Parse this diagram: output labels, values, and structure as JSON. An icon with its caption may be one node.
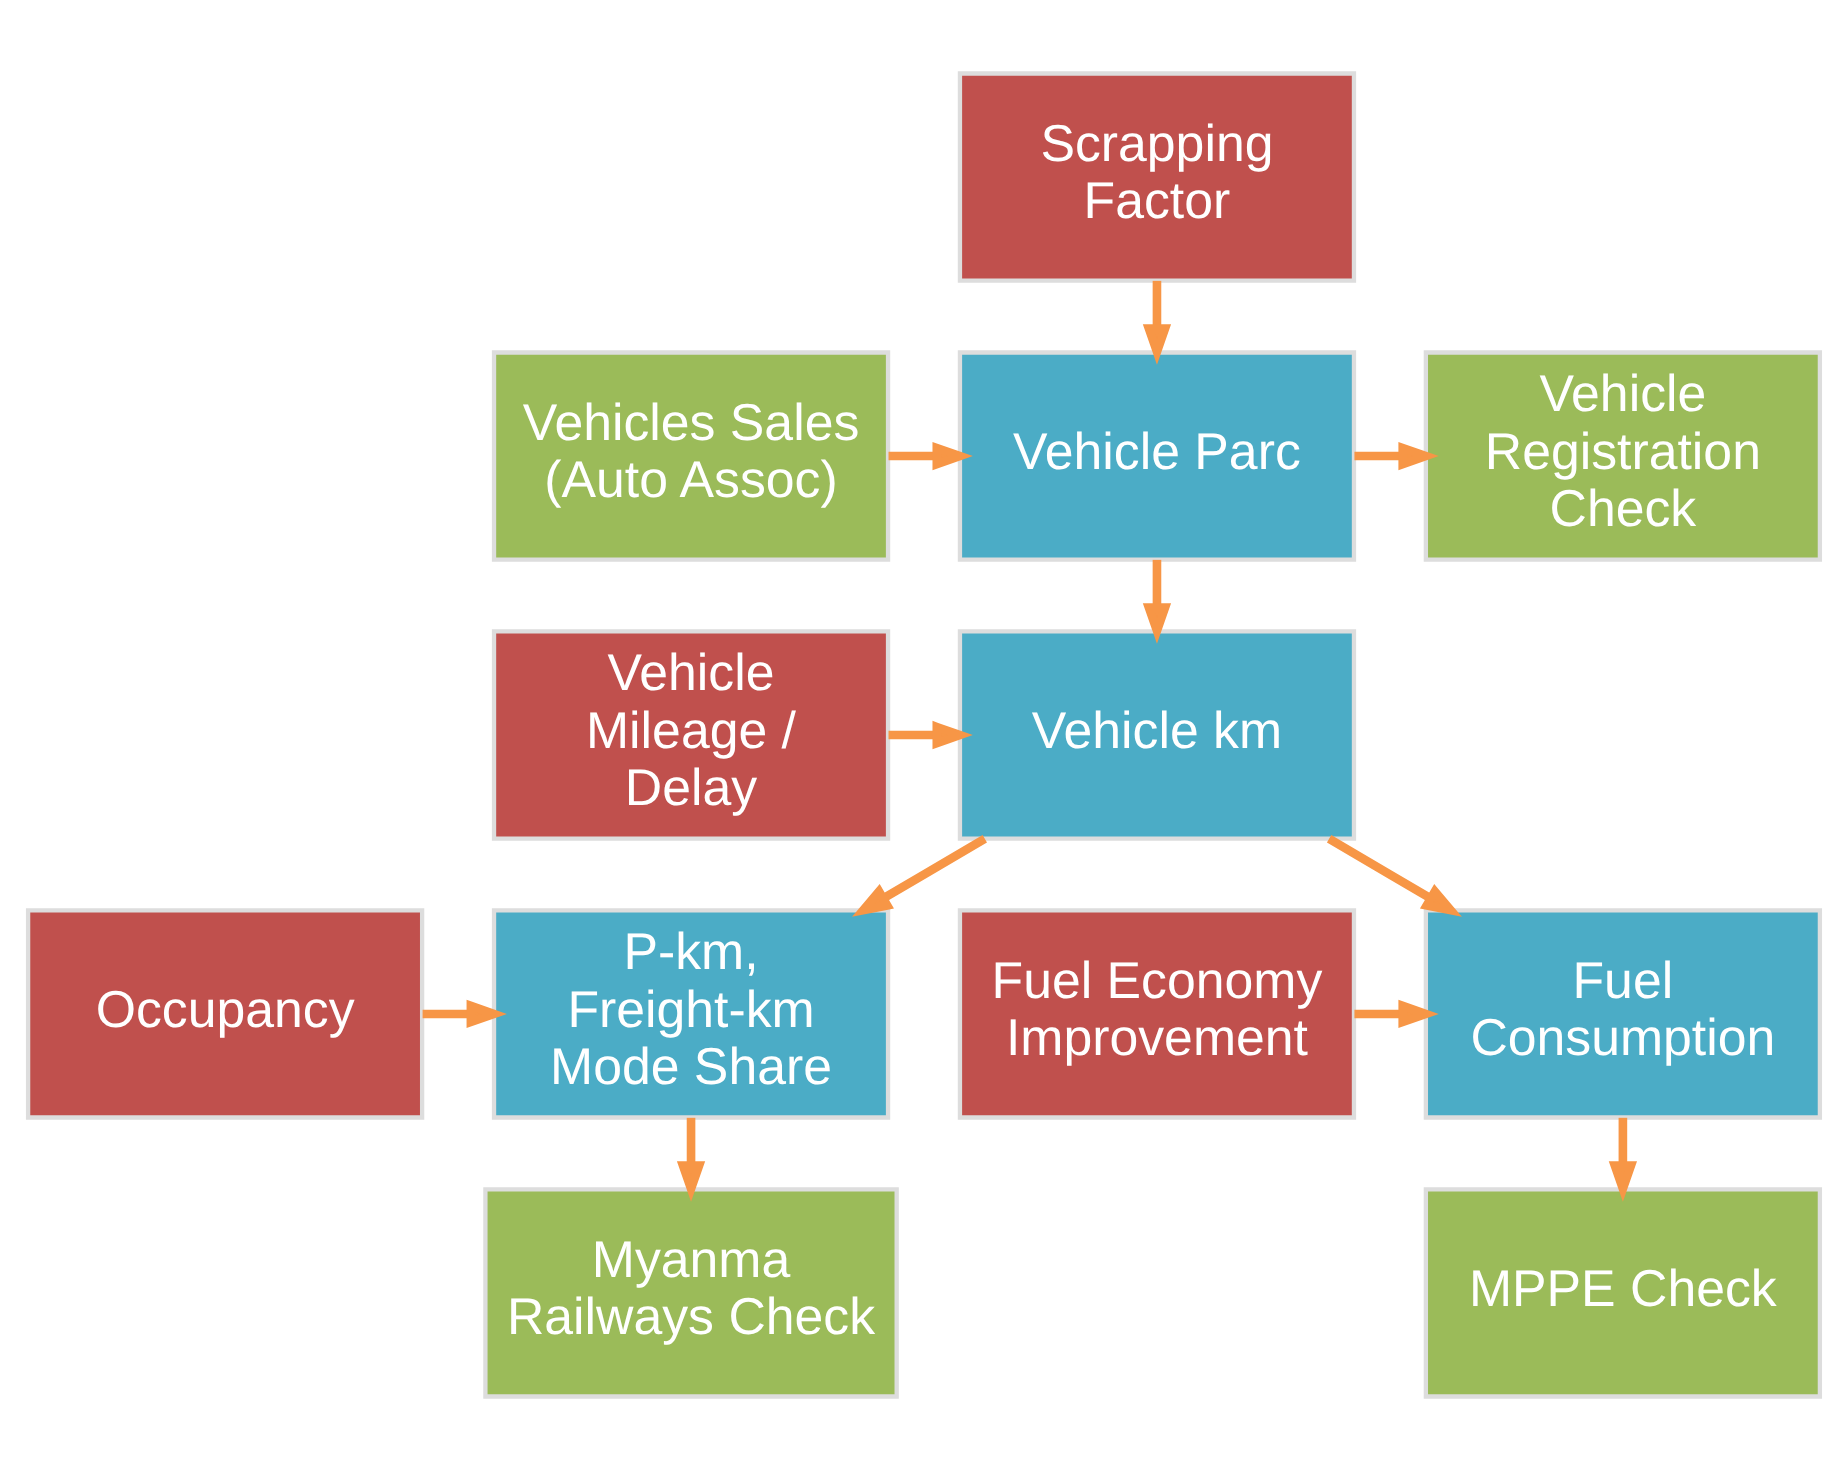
{
  "diagram": {
    "nodes": [
      {
        "text": [
          "Scrapping Factor"
        ]
      },
      {
        "text": [
          "Vehicles Sales (Auto Assoc)"
        ]
      },
      {
        "text": [
          "Vehicle Parc"
        ]
      },
      {
        "text": [
          "Vehicle Registration Check"
        ]
      },
      {
        "text": [
          "Vehicle Mileage / Delay"
        ]
      },
      {
        "text": [
          "Vehicle km"
        ]
      },
      {
        "text": [
          "Occupancy"
        ]
      },
      {
        "text": [
          "P-km, Freight-km Mode Share"
        ]
      },
      {
        "text": [
          "Fuel Consumption"
        ]
      },
      {
        "text": [
          "Fuel Economy Improvement"
        ]
      },
      {
        "text": [
          "Myanma Railways Check"
        ]
      },
      {
        "text": [
          "MPPE Check"
        ]
      }
    ],
    "edges": [
      {
        "from": 0,
        "to": 2,
        "arrow": "to"
      },
      {
        "from": 1,
        "to": 2,
        "arrow": "to"
      },
      {
        "from": 2,
        "to": 3,
        "arrow": "to"
      },
      {
        "from": 2,
        "to": 5,
        "arrow": "to"
      },
      {
        "from": 4,
        "to": 5,
        "arrow": "to"
      },
      {
        "from": 5,
        "to": 7,
        "arrow": "to"
      },
      {
        "from": 5,
        "to": 8,
        "arrow": "to"
      },
      {
        "from": 6,
        "to": 7,
        "arrow": "to"
      },
      {
        "from": 9,
        "to": 8,
        "arrow": "to"
      },
      {
        "from": 7,
        "to": 10,
        "arrow": "to"
      },
      {
        "from": 8,
        "to": 11,
        "arrow": "to"
      }
    ]
  }
}
